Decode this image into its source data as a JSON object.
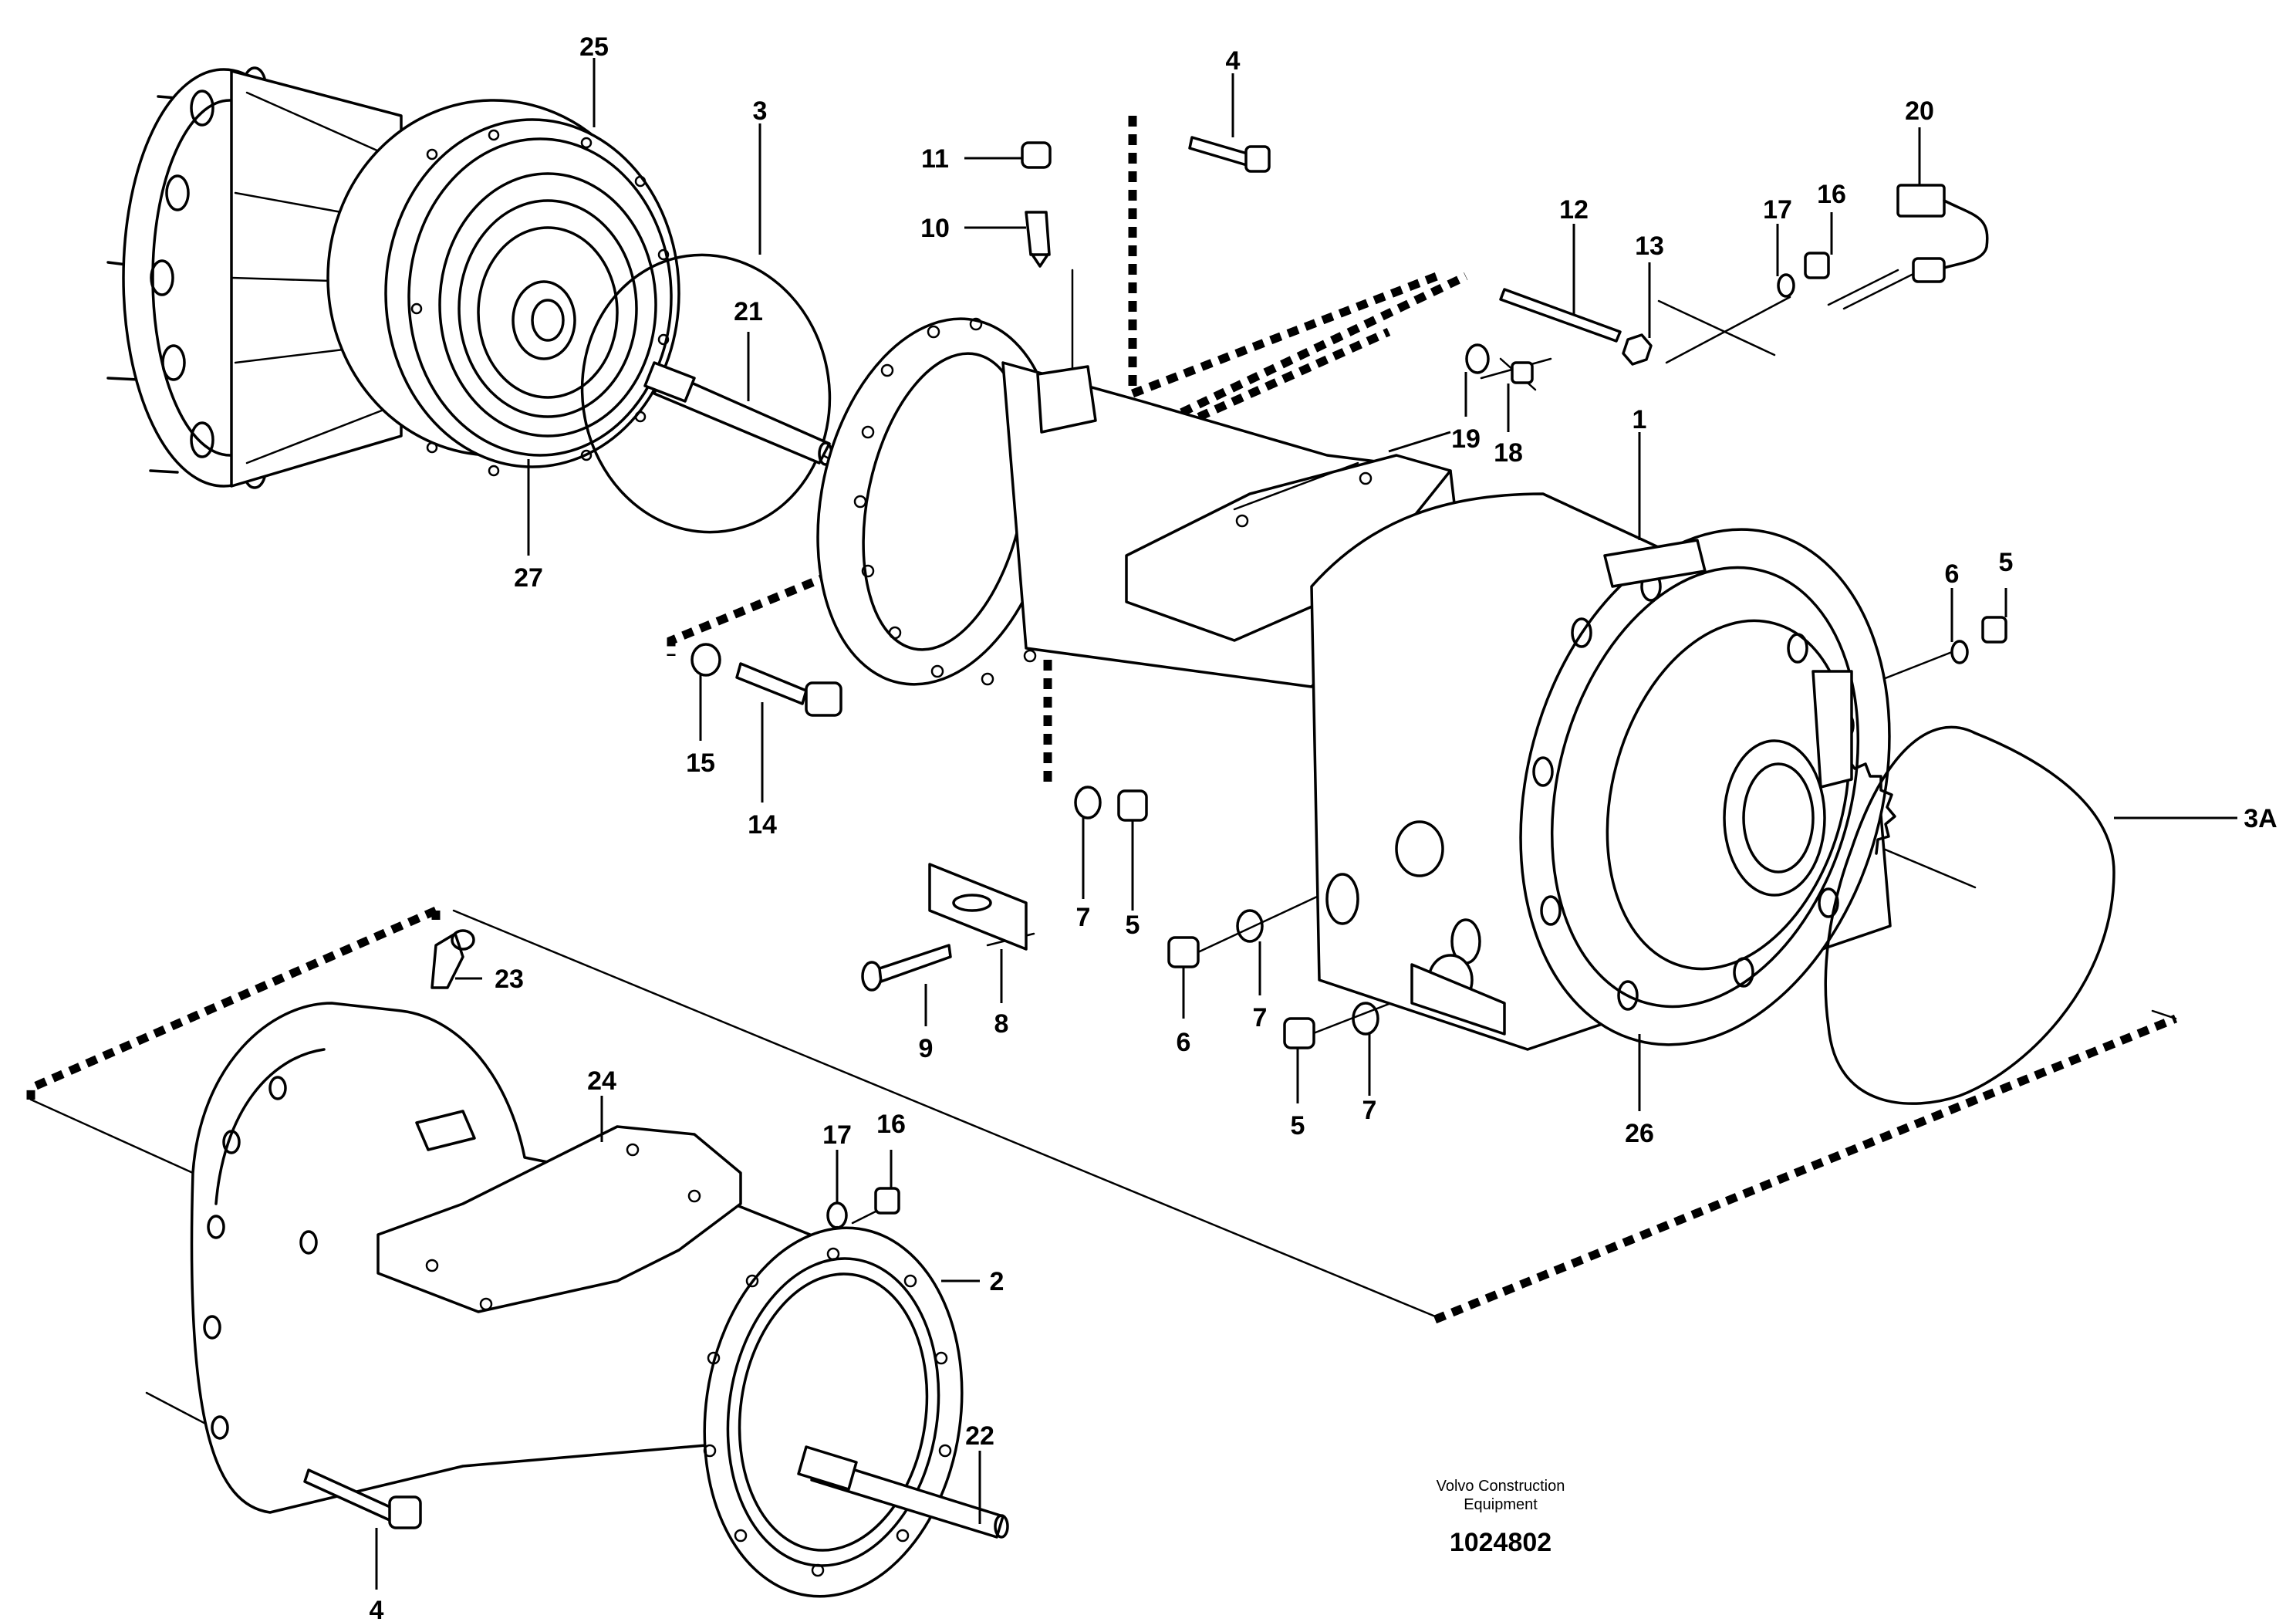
{
  "callouts": {
    "c25": "25",
    "c3": "3",
    "c4a": "4",
    "c11": "11",
    "c10": "10",
    "c20": "20",
    "c12": "12",
    "c17a": "17",
    "c16a": "16",
    "c13": "13",
    "c21": "21",
    "c19": "19",
    "c18": "18",
    "c1": "1",
    "c27": "27",
    "c6a": "6",
    "c5a": "5",
    "c15": "15",
    "c14": "14",
    "c7a": "7",
    "c5b": "5",
    "c3A": "3A",
    "c23": "23",
    "c9": "9",
    "c8": "8",
    "c6b": "6",
    "c7b": "7",
    "c24": "24",
    "c17b": "17",
    "c16b": "16",
    "c5c": "5",
    "c7c": "7",
    "c26": "26",
    "c2": "2",
    "c22": "22",
    "c4b": "4"
  },
  "footer": {
    "company_line1": "Volvo Construction",
    "company_line2": "Equipment",
    "drawing_number": "1024802"
  }
}
